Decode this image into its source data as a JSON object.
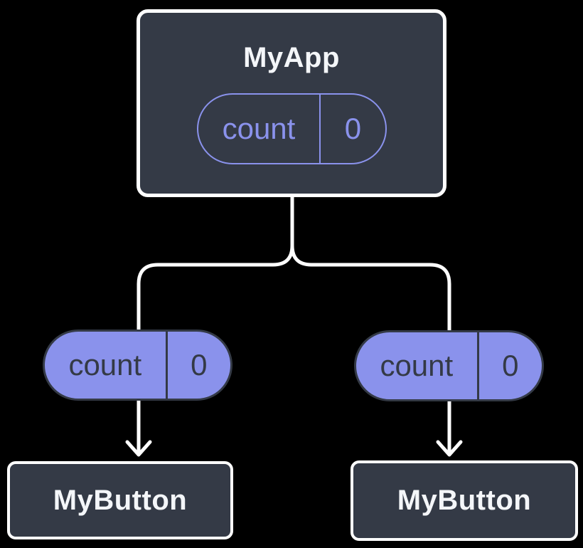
{
  "diagram": {
    "type": "component-tree",
    "colors": {
      "background": "#000000",
      "box_fill": "#343a46",
      "box_border": "#ffffff",
      "accent_purple": "#8a92ec",
      "pill_text_dark": "#343a46",
      "connector": "#ffffff"
    },
    "root": {
      "title": "MyApp",
      "state": {
        "name": "count",
        "value": "0"
      }
    },
    "children": [
      {
        "title": "MyButton",
        "prop": {
          "name": "count",
          "value": "0"
        }
      },
      {
        "title": "MyButton",
        "prop": {
          "name": "count",
          "value": "0"
        }
      }
    ]
  }
}
